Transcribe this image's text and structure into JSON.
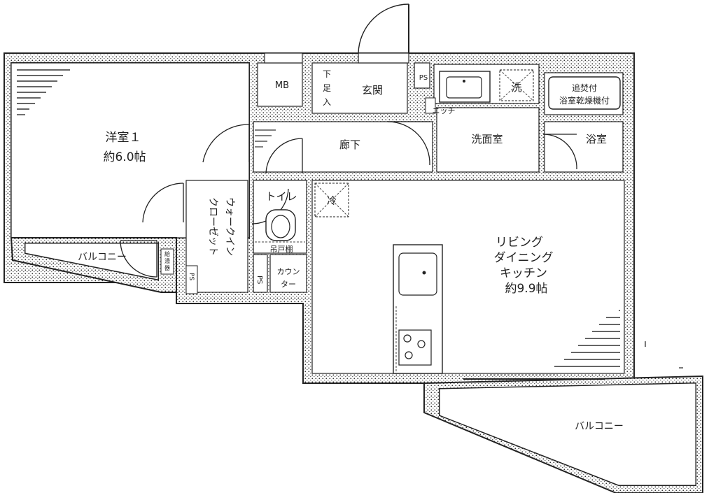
{
  "rooms": {
    "western_room": {
      "name": "洋室１",
      "size": "約6.0帖"
    },
    "ldk": {
      "line1": "リビング",
      "line2": "ダイニング",
      "line3": "キッチン",
      "size": "約9.9帖"
    },
    "walkin_closet": {
      "line1": "ウォークイン",
      "line2": "クローゼット"
    },
    "toilet": "トイレ",
    "hallway": "廊下",
    "entrance": "玄関",
    "washroom": "洗面室",
    "bath": "浴室",
    "balcony_left": "バルコニー",
    "balcony_right": "バルコニー"
  },
  "fixtures": {
    "mb": "MB",
    "shoe_storage": [
      "下",
      "足",
      "入"
    ],
    "ps": "PS",
    "niche": "ニッチ",
    "washer": "洗",
    "fridge": "冷",
    "reheat_bath": {
      "line1": "追焚付",
      "line2": "浴室乾燥機付"
    },
    "hanging_shelf": "吊戸棚",
    "counter": {
      "line1": "カウン",
      "line2": "ター"
    },
    "water_heater": [
      "給",
      "湯",
      "器"
    ]
  }
}
